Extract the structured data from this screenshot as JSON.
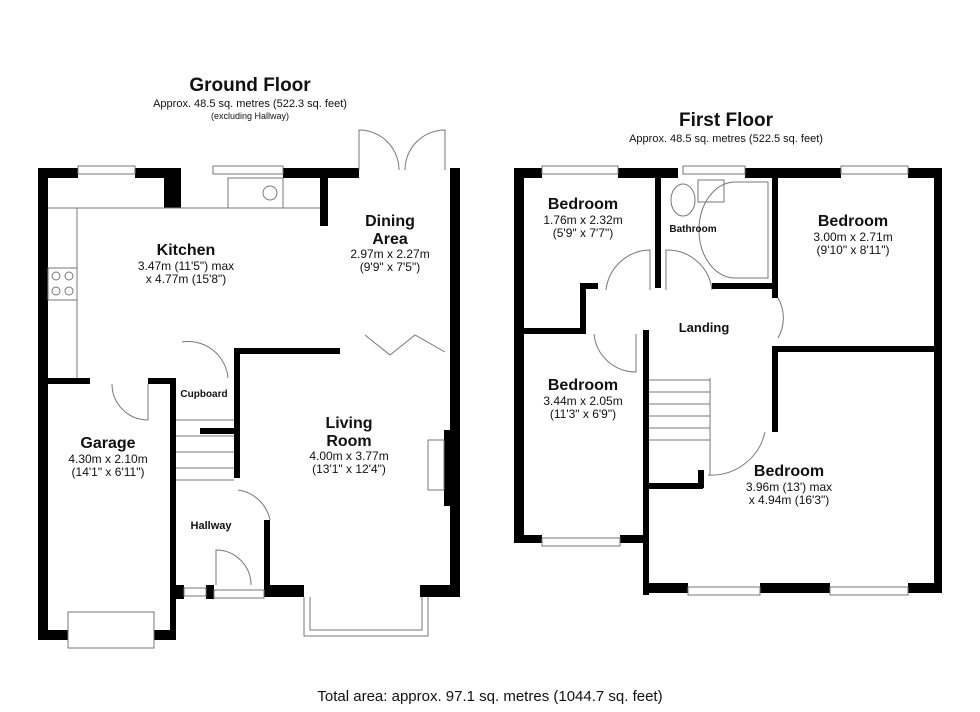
{
  "ground_floor": {
    "title": "Ground Floor",
    "area": "Approx. 48.5 sq. metres (522.3 sq. feet)",
    "note": "(excluding Hallway)",
    "rooms": {
      "kitchen": {
        "name": "Kitchen",
        "dim1": "3.47m (11'5\") max",
        "dim2": "x 4.77m (15'8\")"
      },
      "dining": {
        "name1": "Dining",
        "name2": "Area",
        "dim1": "2.97m x 2.27m",
        "dim2": "(9'9\" x 7'5\")"
      },
      "cupboard": {
        "name": "Cupboard"
      },
      "garage": {
        "name": "Garage",
        "dim1": "4.30m x 2.10m",
        "dim2": "(14'1\" x 6'11\")"
      },
      "living": {
        "name1": "Living",
        "name2": "Room",
        "dim1": "4.00m x 3.77m",
        "dim2": "(13'1\" x 12'4\")"
      },
      "hallway": {
        "name": "Hallway"
      }
    }
  },
  "first_floor": {
    "title": "First Floor",
    "area": "Approx. 48.5 sq. metres (522.5 sq. feet)",
    "rooms": {
      "bedroom_small": {
        "name": "Bedroom",
        "dim1": "1.76m x 2.32m",
        "dim2": "(5'9\" x 7'7\")"
      },
      "bathroom": {
        "name": "Bathroom"
      },
      "bedroom_right": {
        "name": "Bedroom",
        "dim1": "3.00m x 2.71m",
        "dim2": "(9'10\" x 8'11\")"
      },
      "landing": {
        "name": "Landing"
      },
      "bedroom_left": {
        "name": "Bedroom",
        "dim1": "3.44m x 2.05m",
        "dim2": "(11'3\" x 6'9\")"
      },
      "bedroom_main": {
        "name": "Bedroom",
        "dim1": "3.96m (13') max",
        "dim2": "x 4.94m (16'3\")"
      }
    }
  },
  "total": "Total area: approx. 97.1 sq. metres (1044.7 sq. feet)",
  "colors": {
    "wall": "#000000",
    "fixture": "#888888",
    "background": "#ffffff"
  }
}
